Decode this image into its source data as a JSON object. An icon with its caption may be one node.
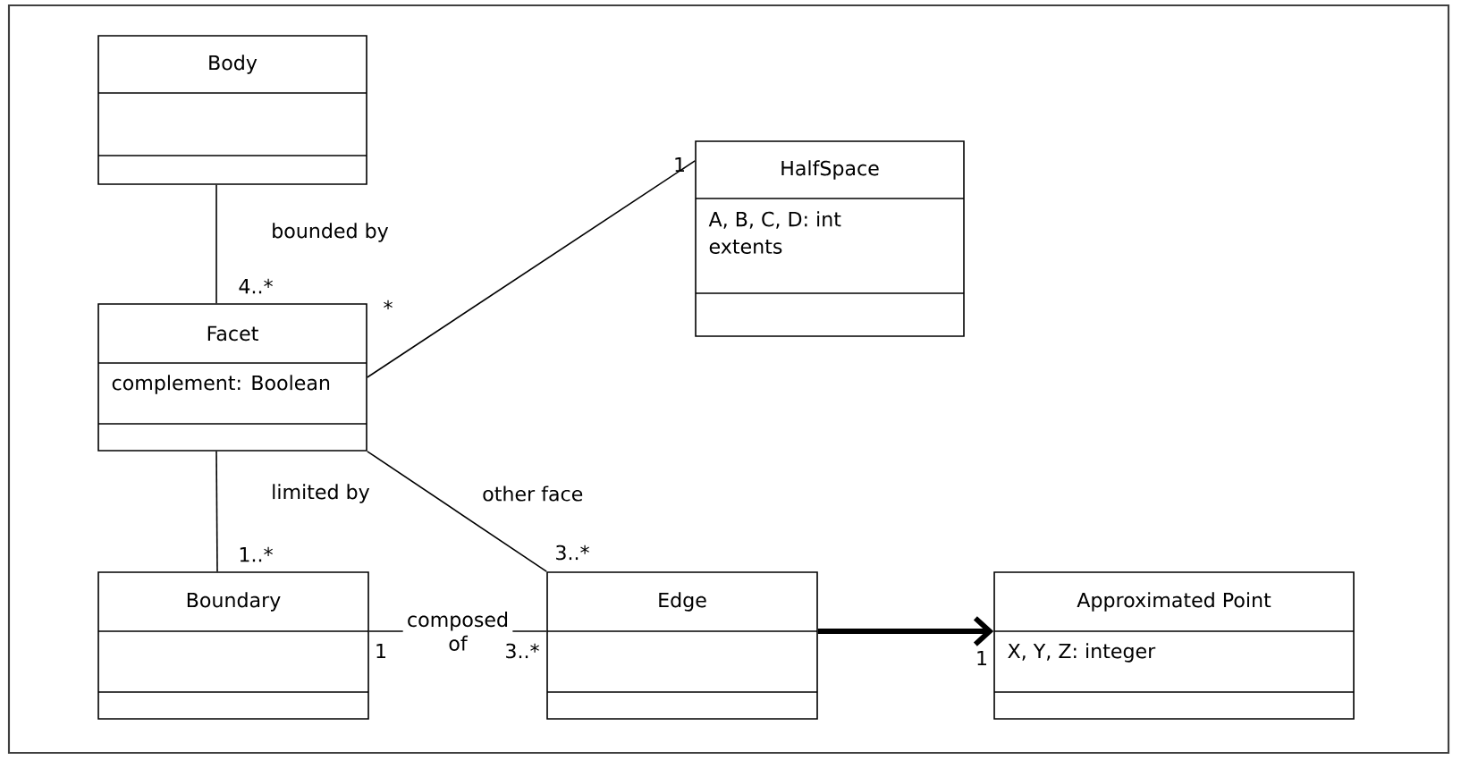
{
  "diagram": {
    "nodes": [
      {
        "text": [
          "Body"
        ]
      },
      {
        "text": [
          "Facet",
          "complement: Boolean"
        ]
      },
      {
        "text": [
          "HalfSpace",
          "A, B, C, D: int",
          "extents"
        ]
      },
      {
        "text": [
          "Boundary"
        ]
      },
      {
        "text": [
          "Edge"
        ]
      },
      {
        "text": [
          "Approximated Point",
          "X, Y, Z: integer"
        ]
      }
    ],
    "edges": [
      {
        "from": 0,
        "to": 1,
        "arrow": "none",
        "label": "bounded by"
      },
      {
        "from": 1,
        "to": 2,
        "arrow": "none"
      },
      {
        "from": 1,
        "to": 3,
        "arrow": "none",
        "label": "limited by"
      },
      {
        "from": 1,
        "to": 4,
        "arrow": "none",
        "label": "other face"
      },
      {
        "from": 3,
        "to": 4,
        "arrow": "none",
        "label": "composed of"
      },
      {
        "from": 4,
        "to": 5,
        "arrow": "to",
        "style": "thick"
      }
    ],
    "labels": [
      "1",
      "4..*",
      "*",
      "1..*",
      "3..*",
      "1",
      "3..*",
      "1"
    ]
  }
}
